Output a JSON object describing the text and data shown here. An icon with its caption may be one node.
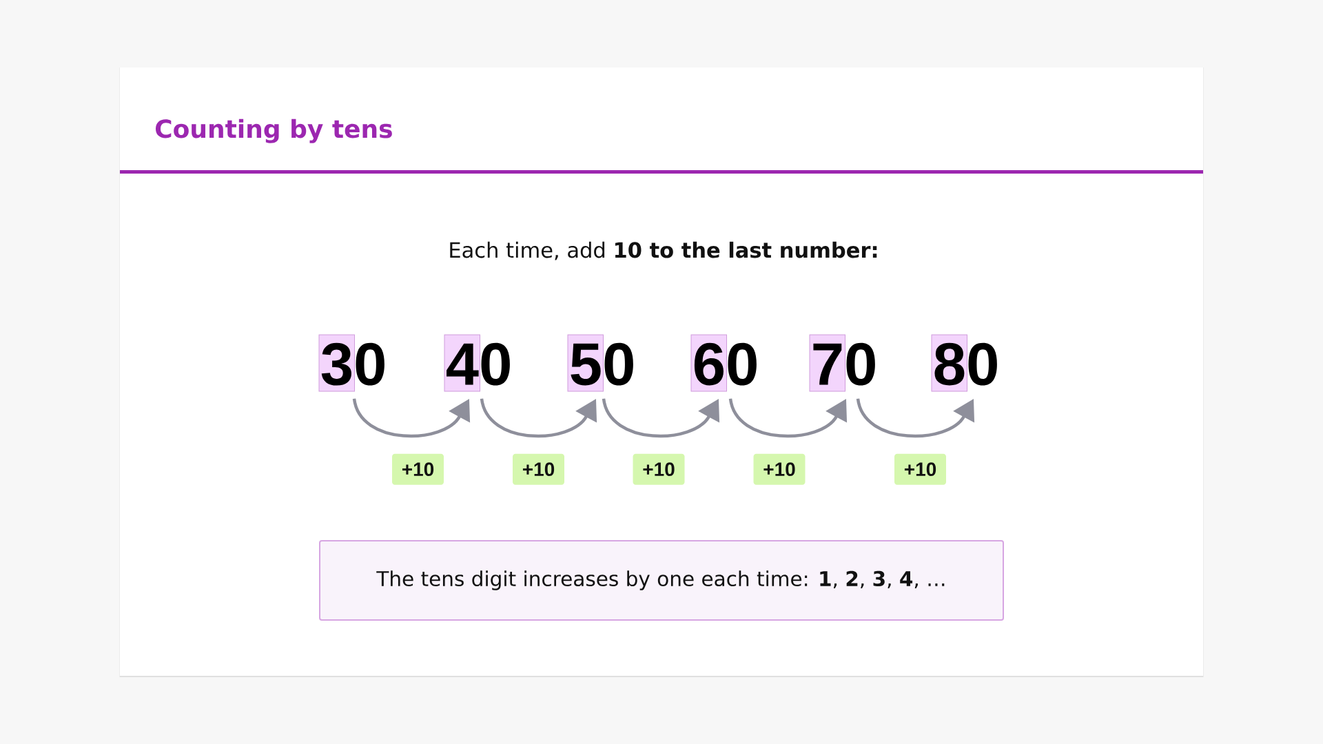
{
  "diagram": {
    "title": "Counting by tens",
    "nodes": [
      {
        "text": [
          "30"
        ]
      },
      {
        "text": [
          "40"
        ]
      },
      {
        "text": [
          "50"
        ]
      },
      {
        "text": [
          "60"
        ]
      },
      {
        "text": [
          "70"
        ]
      },
      {
        "text": [
          "80"
        ]
      },
      {
        "text": [
          "The tens digit increases by one each time: **1**, **2**, **3**, **4**, …"
        ]
      }
    ],
    "edges": [
      {
        "from": 0,
        "to": 1,
        "arrow": "to",
        "label": "+10"
      },
      {
        "from": 1,
        "to": 2,
        "arrow": "to",
        "label": "+10"
      },
      {
        "from": 2,
        "to": 3,
        "arrow": "to",
        "label": "+10"
      },
      {
        "from": 3,
        "to": 4,
        "arrow": "to",
        "label": "+10"
      },
      {
        "from": 4,
        "to": 5,
        "arrow": "to",
        "label": "+10"
      }
    ],
    "labels": [
      "Each time, add **10 to the last number:**"
    ]
  }
}
